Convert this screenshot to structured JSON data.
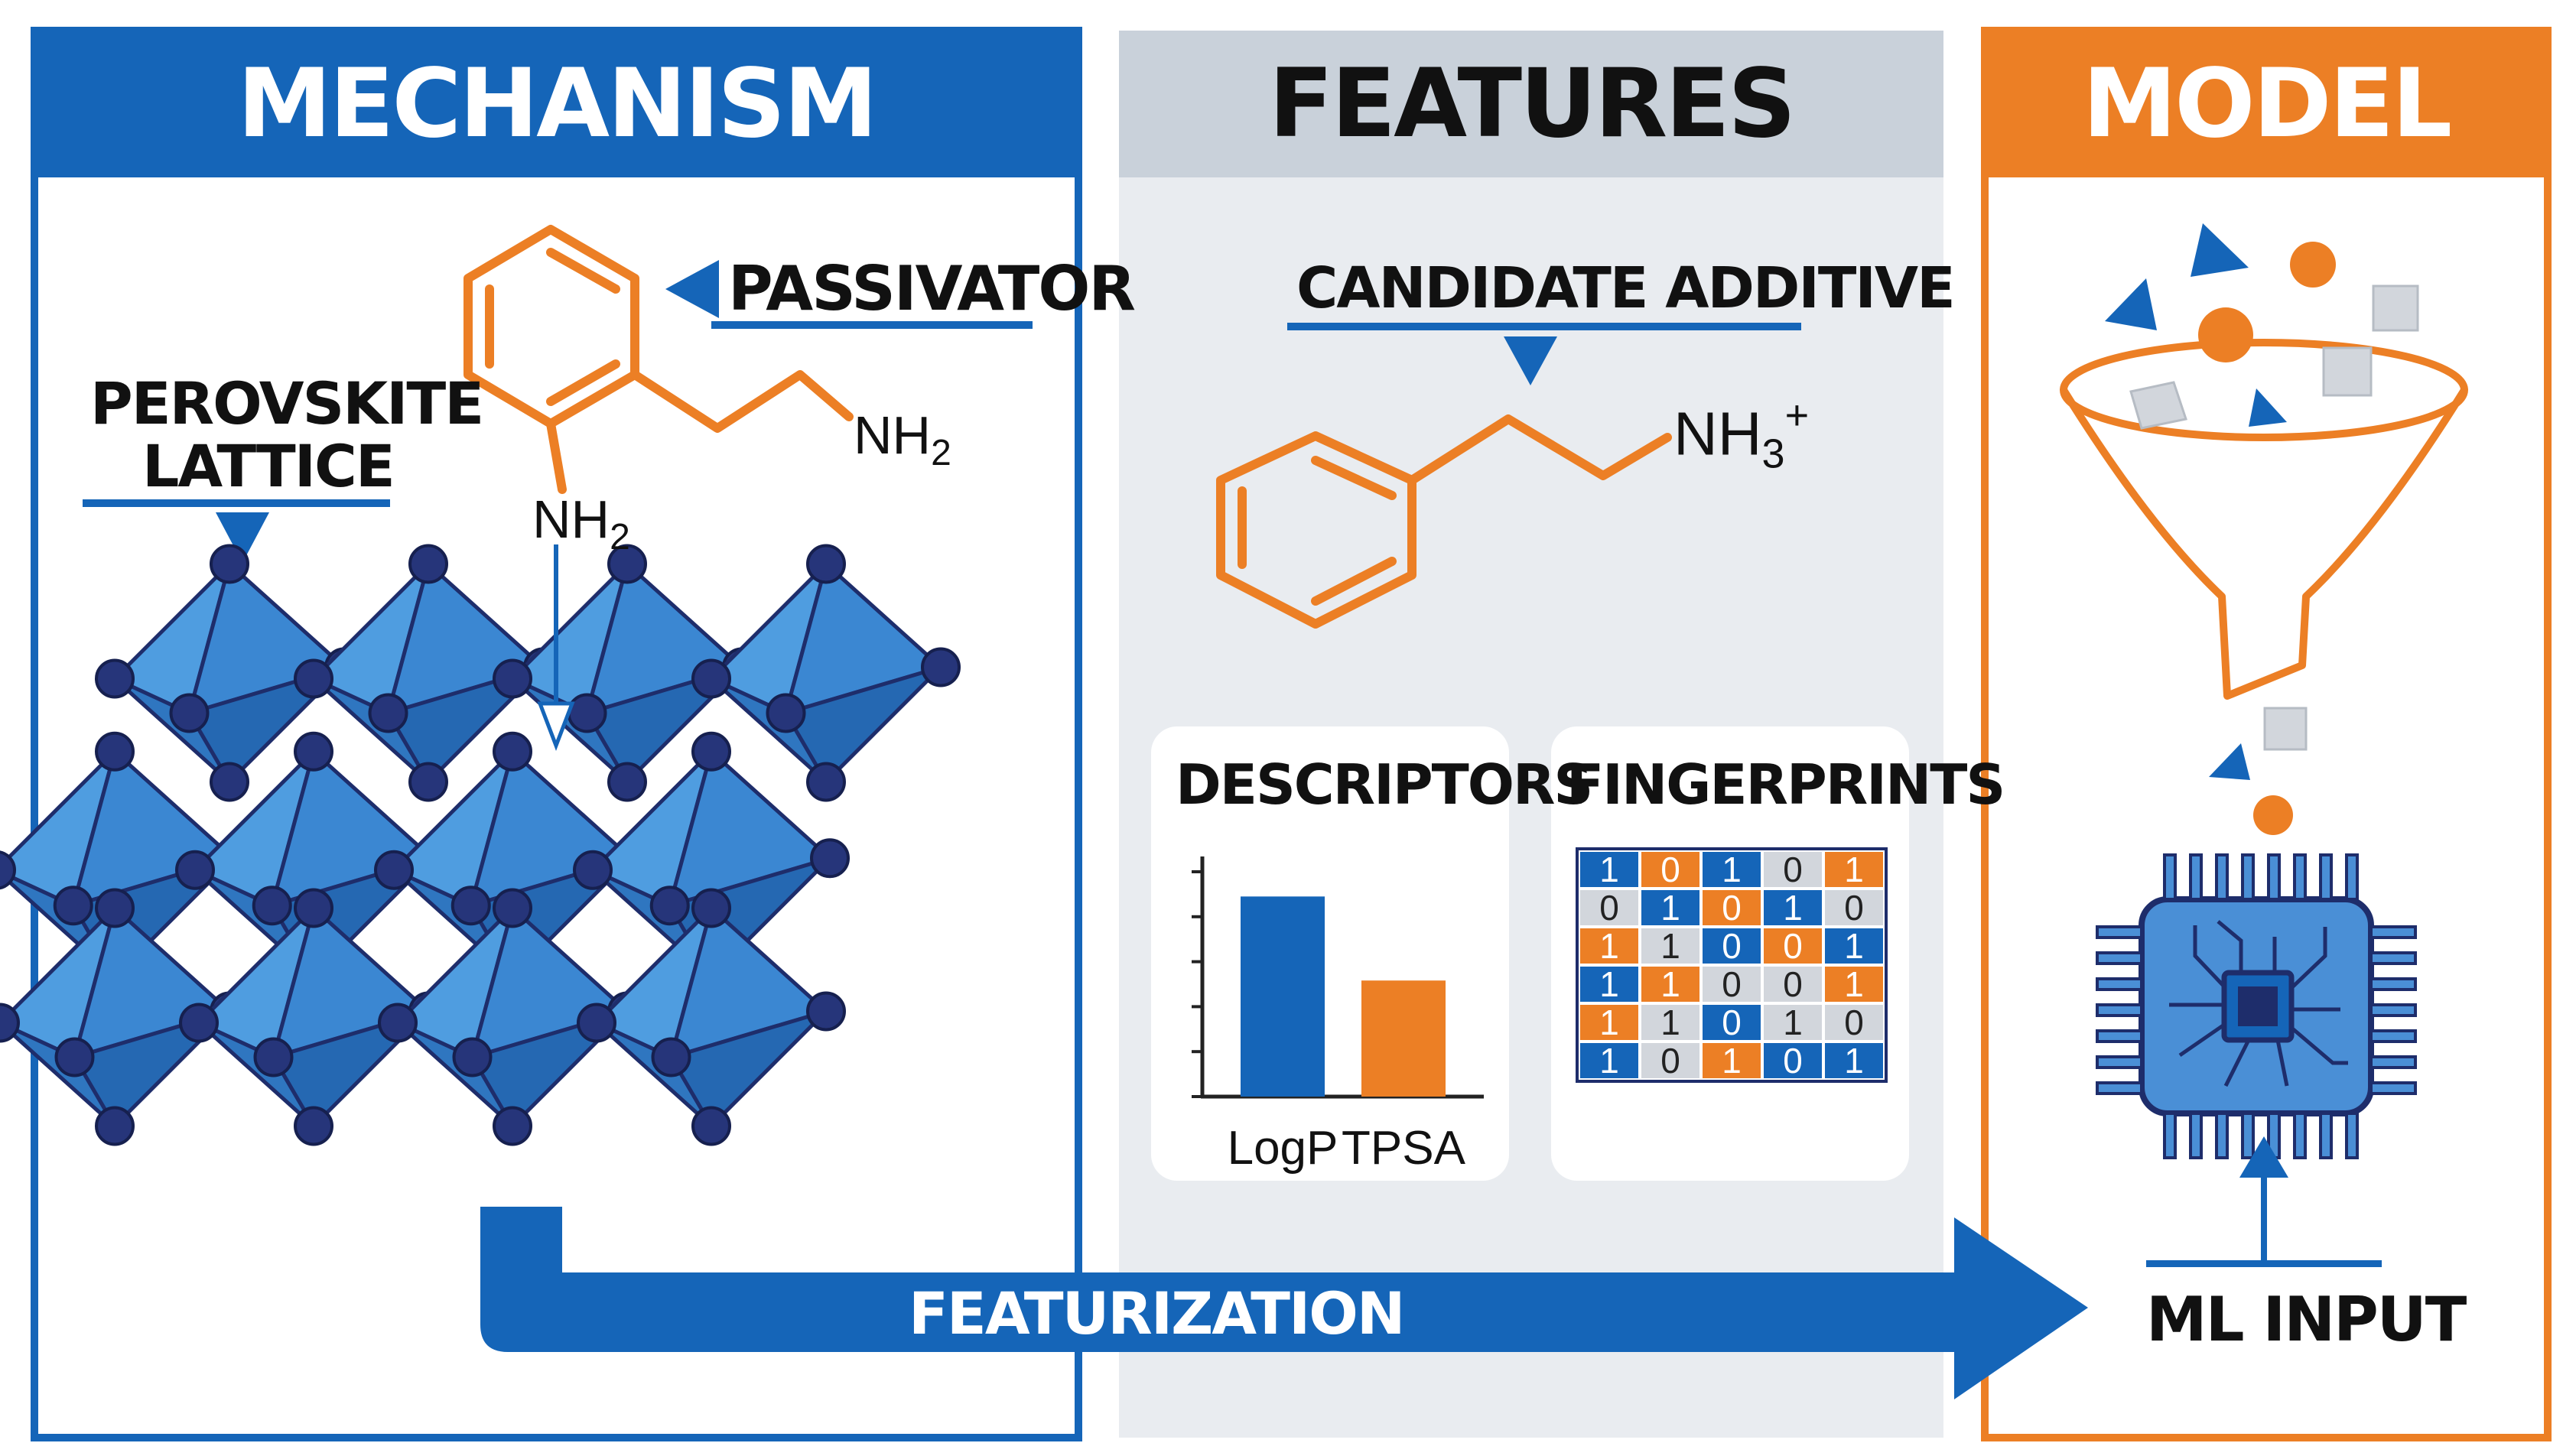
{
  "panels": {
    "mechanism": {
      "title": "MECHANISM",
      "color": "#1565b8"
    },
    "features": {
      "title": "FEATURES",
      "color": "#c9d1da"
    },
    "model": {
      "title": "MODEL",
      "color": "#ec7f25"
    }
  },
  "mechanism": {
    "passivator_label": "PASSIVATOR",
    "lattice_label_1": "PEROVSKITE",
    "lattice_label_2": "LATTICE",
    "amine_a": "NH",
    "amine_a_sub": "2",
    "amine_b": "NH",
    "amine_b_sub": "2"
  },
  "features": {
    "candidate_label": "CANDIDATE ADDITIVE",
    "ammonium": "NH",
    "ammonium_sub": "3",
    "ammonium_sup": "+",
    "descriptors": {
      "title": "DESCRIPTORS",
      "chart_data": {
        "type": "bar",
        "categories": [
          "LogP",
          "TPSA"
        ],
        "values": [
          5.0,
          2.9
        ],
        "colors": [
          "#1565b8",
          "#ec7f25"
        ],
        "ylim": [
          0,
          6
        ]
      }
    },
    "fingerprints": {
      "title": "FINGERPRINTS",
      "rows": [
        [
          "1",
          "0",
          "1",
          "0",
          "1"
        ],
        [
          "0",
          "1",
          "0",
          "1",
          "0"
        ],
        [
          "1",
          "1",
          "0",
          "0",
          "1"
        ],
        [
          "1",
          "1",
          "0",
          "0",
          "1"
        ],
        [
          "1",
          "1",
          "0",
          "1",
          "0"
        ],
        [
          "1",
          "0",
          "1",
          "0",
          "1"
        ]
      ],
      "cell_colors": [
        [
          "b",
          "o",
          "b",
          "g",
          "o"
        ],
        [
          "g",
          "b",
          "o",
          "b",
          "g"
        ],
        [
          "o",
          "g",
          "b",
          "o",
          "b"
        ],
        [
          "b",
          "o",
          "g",
          "g",
          "o"
        ],
        [
          "o",
          "g",
          "b",
          "g",
          "g"
        ],
        [
          "b",
          "g",
          "o",
          "b",
          "b"
        ]
      ],
      "palette": {
        "b": "#1565b8",
        "o": "#ec7f25",
        "g": "#d2d6dc"
      }
    }
  },
  "model": {
    "ml_input_label": "ML INPUT"
  },
  "flow": {
    "featurization_label": "FEATURIZATION"
  },
  "colors": {
    "blue": "#1565b8",
    "orange": "#ec7f25",
    "gray_panel": "#e9ecf0",
    "navy": "#1e2d6b"
  }
}
